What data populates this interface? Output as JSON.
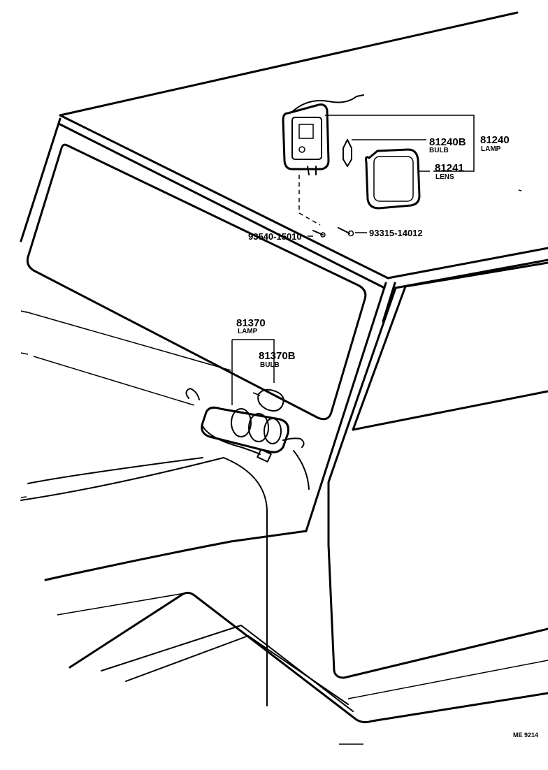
{
  "diagram": {
    "parts": [
      {
        "number": "81240",
        "name": "LAMP"
      },
      {
        "number": "81240B",
        "name": "BULB"
      },
      {
        "number": "81241",
        "name": "LENS"
      },
      {
        "number": "93540-15010",
        "name": ""
      },
      {
        "number": "93315-14012",
        "name": ""
      },
      {
        "number": "81370",
        "name": "LAMP"
      },
      {
        "number": "81370B",
        "name": "BULB"
      }
    ],
    "code": "ME 9214"
  }
}
